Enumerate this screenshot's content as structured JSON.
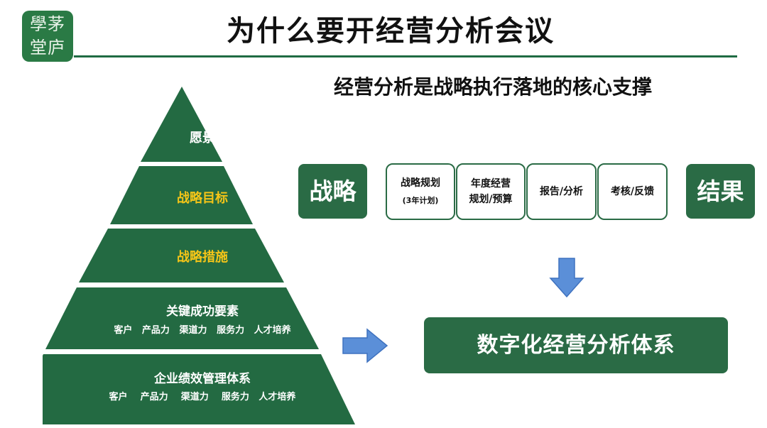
{
  "logo": {
    "line1": "學茅",
    "line2": "堂庐"
  },
  "title": "为什么要开经营分析会议",
  "subtitle": "经营分析是战略执行落地的核心支撑",
  "pyramid": {
    "levels": [
      {
        "label": "愿景"
      },
      {
        "label": "战略目标"
      },
      {
        "label": "战略措施"
      },
      {
        "label": "关键成功要素",
        "detail": "客户   产品力   渠道力   服务力   人才培养"
      },
      {
        "label": "企业绩效管理体系",
        "detail": "客户    产品力    渠道力    服务力   人才培养"
      }
    ],
    "colors": {
      "fill": "#236a42",
      "highlight_text": "#f5c518",
      "text": "#ffffff"
    }
  },
  "flow": {
    "start": "战略",
    "steps": [
      {
        "line1": "战略规划",
        "sub": "(3年计划)"
      },
      {
        "line1": "年度经营",
        "line2": "规划/预算"
      },
      {
        "line1": "报告/分析"
      },
      {
        "line1": "考核/反馈"
      }
    ],
    "end": "结果",
    "system": "数字化经营分析体系"
  },
  "colors": {
    "accent": "#2a6b45",
    "arrow": "#5b8fd8"
  }
}
